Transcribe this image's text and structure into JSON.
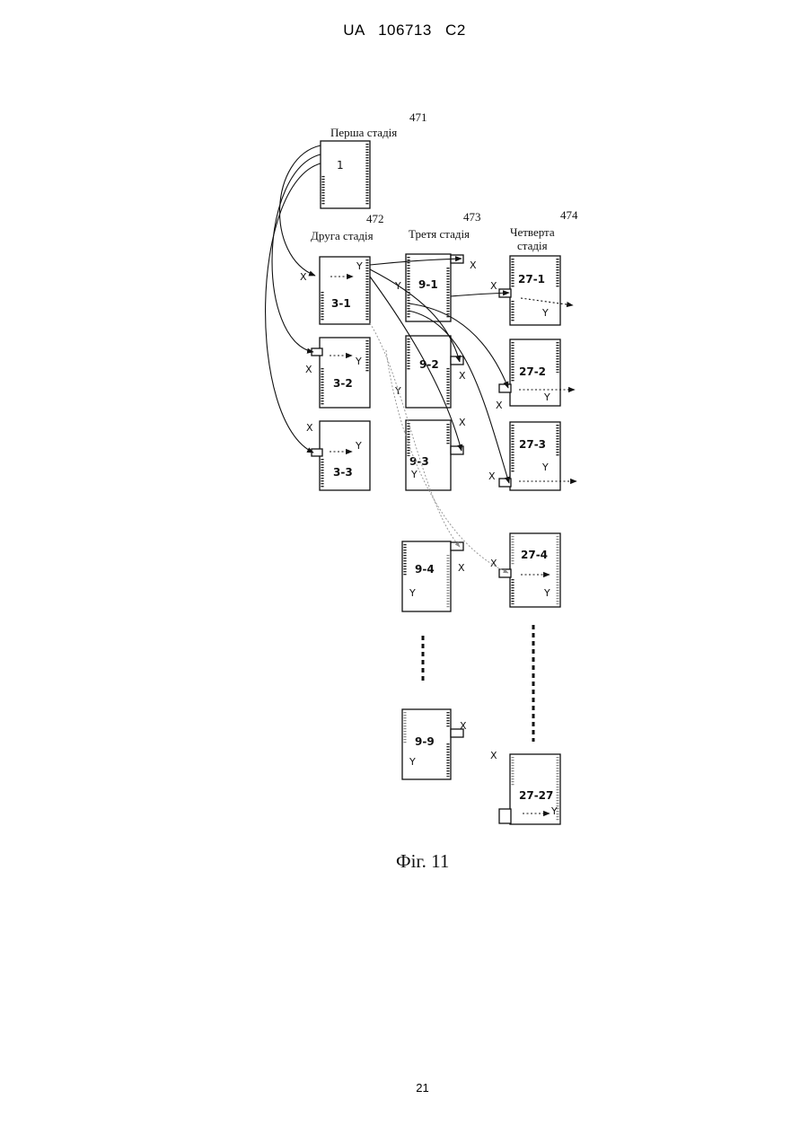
{
  "header": "UA 106713 C2",
  "page_number": "21",
  "figure": {
    "caption": "Фіг. 11",
    "stages": [
      {
        "ref": "471",
        "label": "Перша стадія"
      },
      {
        "ref": "472",
        "label": "Друга стадія"
      },
      {
        "ref": "473",
        "label": "Третя стадія"
      },
      {
        "ref": "474",
        "label_line1": "Четверта",
        "label_line2": "стадія"
      }
    ],
    "boxes": {
      "b1": "1",
      "b3_1": "3-1",
      "b3_2": "3-2",
      "b3_3": "3-3",
      "b9_1": "9-1",
      "b9_2": "9-2",
      "b9_3": "9-3",
      "b9_4": "9-4",
      "b9_9": "9-9",
      "b27_1": "27-1",
      "b27_2": "27-2",
      "b27_3": "27-3",
      "b27_4": "27-4",
      "b27_27": "27-27"
    },
    "port_x": "X",
    "port_y": "Y"
  }
}
